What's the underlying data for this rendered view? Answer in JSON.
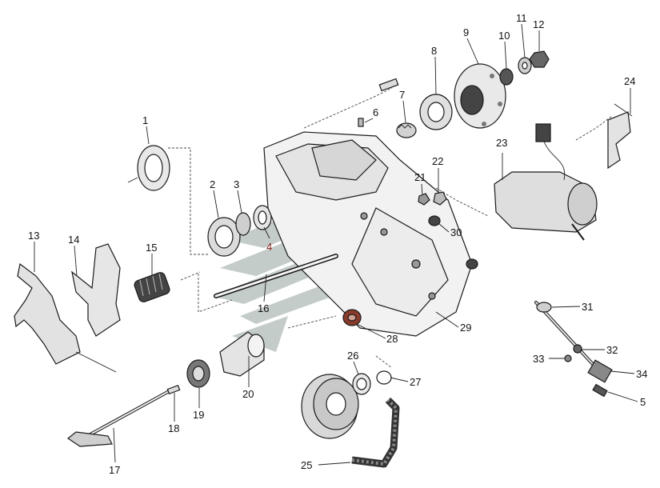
{
  "colors": {
    "background": "#ffffff",
    "ink": "#1a1a1a",
    "watermark": "#b9c4bf",
    "callout_highlight": "#8a1f1f"
  },
  "diagram": {
    "callouts": [
      {
        "id": "1",
        "label": "1"
      },
      {
        "id": "2",
        "label": "2"
      },
      {
        "id": "3",
        "label": "3"
      },
      {
        "id": "4",
        "label": "4"
      },
      {
        "id": "5",
        "label": "5"
      },
      {
        "id": "6",
        "label": "6"
      },
      {
        "id": "7",
        "label": "7"
      },
      {
        "id": "8",
        "label": "8"
      },
      {
        "id": "9",
        "label": "9"
      },
      {
        "id": "10",
        "label": "10"
      },
      {
        "id": "11",
        "label": "11"
      },
      {
        "id": "12",
        "label": "12"
      },
      {
        "id": "13",
        "label": "13"
      },
      {
        "id": "14",
        "label": "14"
      },
      {
        "id": "15",
        "label": "15"
      },
      {
        "id": "16",
        "label": "16"
      },
      {
        "id": "17",
        "label": "17"
      },
      {
        "id": "18",
        "label": "18"
      },
      {
        "id": "19",
        "label": "19"
      },
      {
        "id": "20",
        "label": "20"
      },
      {
        "id": "21",
        "label": "21"
      },
      {
        "id": "22",
        "label": "22"
      },
      {
        "id": "23",
        "label": "23"
      },
      {
        "id": "24",
        "label": "24"
      },
      {
        "id": "25",
        "label": "25"
      },
      {
        "id": "26",
        "label": "26"
      },
      {
        "id": "27",
        "label": "27"
      },
      {
        "id": "28",
        "label": "28"
      },
      {
        "id": "29",
        "label": "29"
      },
      {
        "id": "30",
        "label": "30"
      },
      {
        "id": "31",
        "label": "31"
      },
      {
        "id": "32",
        "label": "32"
      },
      {
        "id": "33",
        "label": "33"
      },
      {
        "id": "34",
        "label": "34"
      }
    ]
  }
}
